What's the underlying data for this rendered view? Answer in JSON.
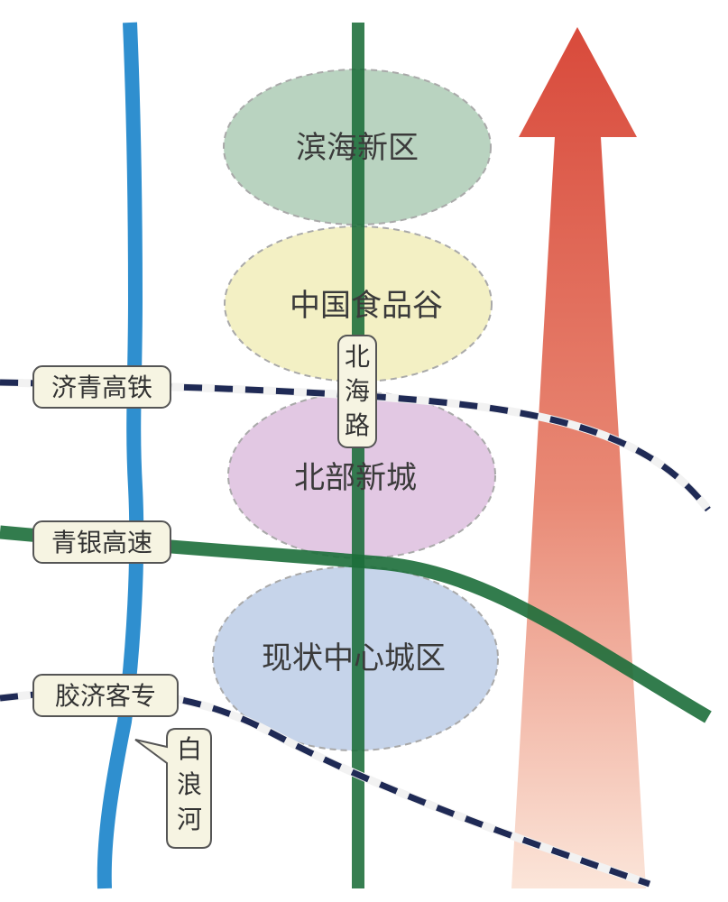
{
  "zones": [
    {
      "label": "滨海新区",
      "color": "#b9d3c0"
    },
    {
      "label": "中国食品谷",
      "color": "#f3f0c4"
    },
    {
      "label": "北部新城",
      "color": "#e2c8e3"
    },
    {
      "label": "现状中心城区",
      "color": "#c6d4ea"
    }
  ],
  "road": {
    "label": [
      "北",
      "海",
      "路"
    ],
    "color": "#1c6e3a"
  },
  "railways": [
    {
      "label": "济青高铁"
    },
    {
      "label": "胶济客专"
    }
  ],
  "highway": {
    "label": "青银高速",
    "color": "#1c6e3a"
  },
  "river": {
    "label": [
      "白",
      "浪",
      "河"
    ],
    "color": "#2f8fcf"
  },
  "arrow": {
    "color_top": "#d53a2a",
    "color_bottom": "#fbe3d6"
  }
}
